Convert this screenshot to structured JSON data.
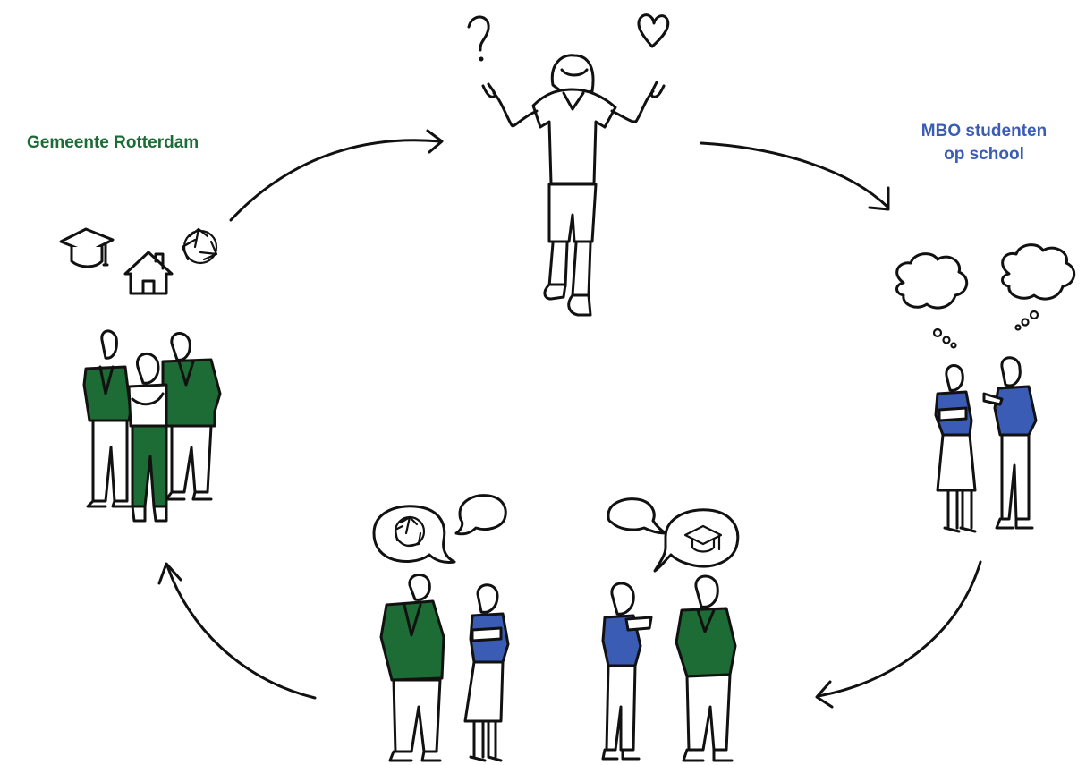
{
  "labels": {
    "municipality": "Gemeente Rotterdam",
    "students_line1": "MBO studenten",
    "students_line2": "op school"
  },
  "colors": {
    "green": "#1d6b35",
    "blue": "#3a5cb4",
    "ink": "#111111"
  },
  "icons": [
    "question-mark-icon",
    "heart-icon",
    "graduation-cap-icon",
    "house-icon",
    "recycle-icon",
    "thought-cloud-icon",
    "speech-bubble-icon"
  ]
}
